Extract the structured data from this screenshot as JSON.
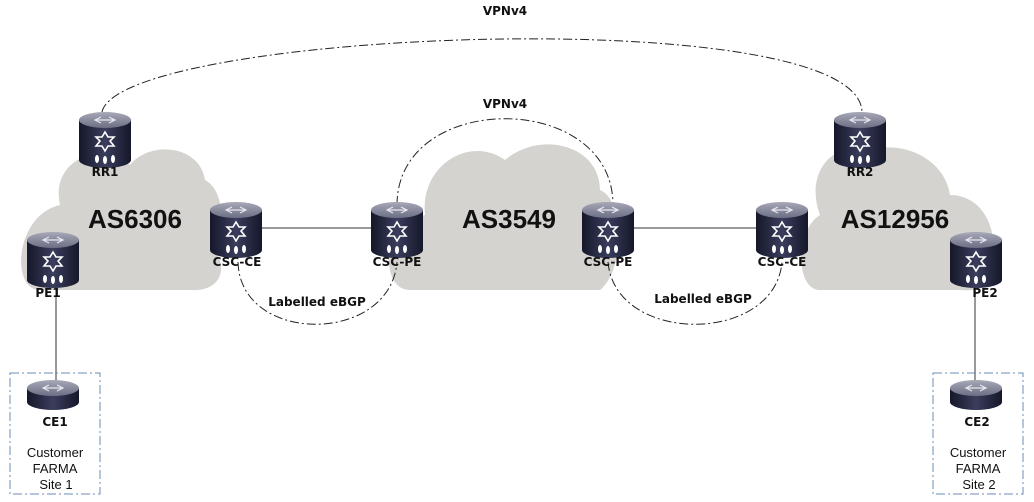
{
  "clouds": [
    {
      "name": "AS6306"
    },
    {
      "name": "AS3549"
    },
    {
      "name": "AS12956"
    }
  ],
  "routers": {
    "rr1": "RR1",
    "rr2": "RR2",
    "pe1": "PE1",
    "pe2": "PE2",
    "csc_ce_left": "CSC-CE",
    "csc_pe_left": "CSC-PE",
    "csc_pe_right": "CSC-PE",
    "csc_ce_right": "CSC-CE",
    "ce1": "CE1",
    "ce2": "CE2"
  },
  "sessions": {
    "vpnv4_outer": "VPNv4",
    "vpnv4_inner": "VPNv4",
    "ebgp_left": "Labelled eBGP",
    "ebgp_right": "Labelled eBGP"
  },
  "sites": [
    {
      "line1": "Customer",
      "line2": "FARMA",
      "line3": "Site 1"
    },
    {
      "line1": "Customer",
      "line2": "FARMA",
      "line3": "Site 2"
    }
  ],
  "colors": {
    "cloud": "#d5d3cf",
    "router_body": "#2a2c44",
    "router_top": "#8a8ca0"
  }
}
